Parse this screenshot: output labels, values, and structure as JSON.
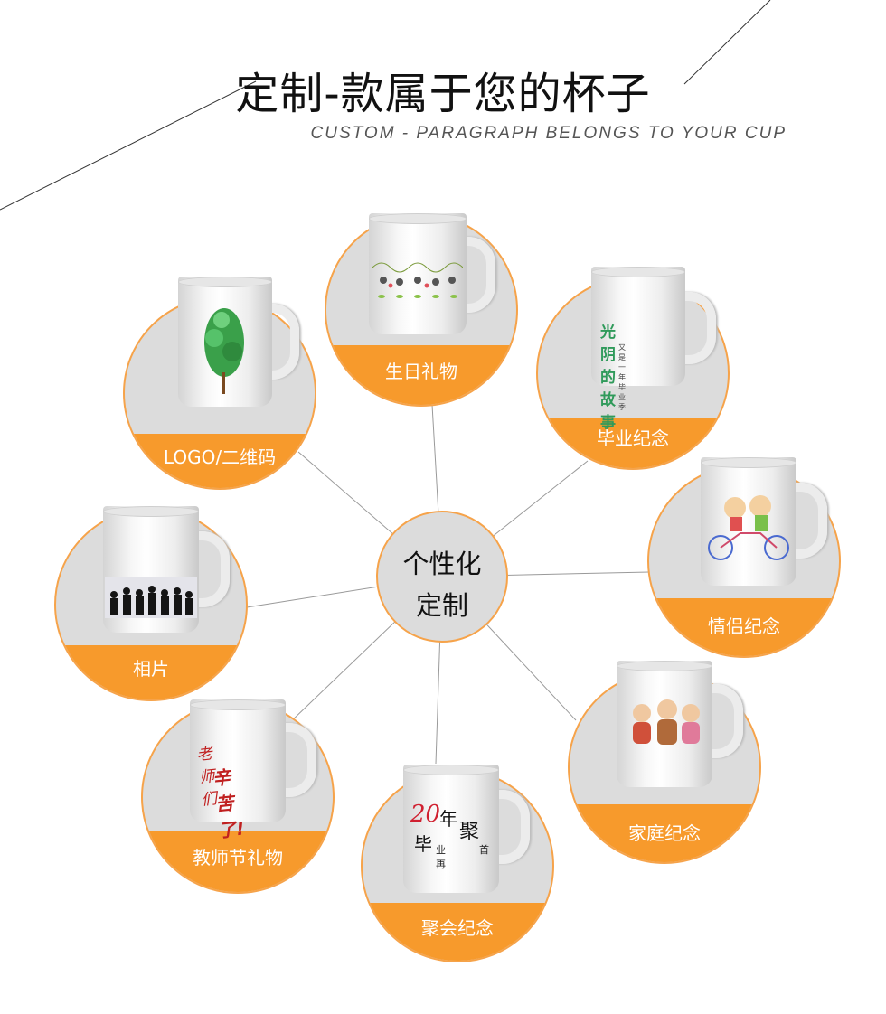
{
  "header": {
    "title": "定制-款属于您的杯子",
    "subtitle": "CUSTOM - PARAGRAPH BELONGS TO YOUR CUP"
  },
  "center": {
    "line1": "个性化",
    "line2": "定制"
  },
  "categories": [
    {
      "label": "LOGO/二维码",
      "print": "tree"
    },
    {
      "label": "生日礼物",
      "print": "birthday-pattern"
    },
    {
      "label": "毕业纪念",
      "print": "graduation-text"
    },
    {
      "label": "情侣纪念",
      "print": "couple-bicycle"
    },
    {
      "label": "家庭纪念",
      "print": "family-dolls"
    },
    {
      "label": "聚会纪念",
      "print": "reunion-text"
    },
    {
      "label": "教师节礼物",
      "print": "teacher-text"
    },
    {
      "label": "相片",
      "print": "group-photo"
    }
  ],
  "mug_texts": {
    "graduation_main": "光阴的故事",
    "graduation_sub": "又是一年毕业季",
    "teacher_line1": "老师们",
    "teacher_line2": "辛苦了!",
    "reunion_num": "20",
    "reunion_year": "年",
    "reunion_gather": "聚",
    "reunion_grad": "毕",
    "reunion_small1": "业再",
    "reunion_small2": "首"
  },
  "colors": {
    "accent": "#f79a2c",
    "circle_bg": "#dcdcdc",
    "border": "#f6a34a"
  }
}
